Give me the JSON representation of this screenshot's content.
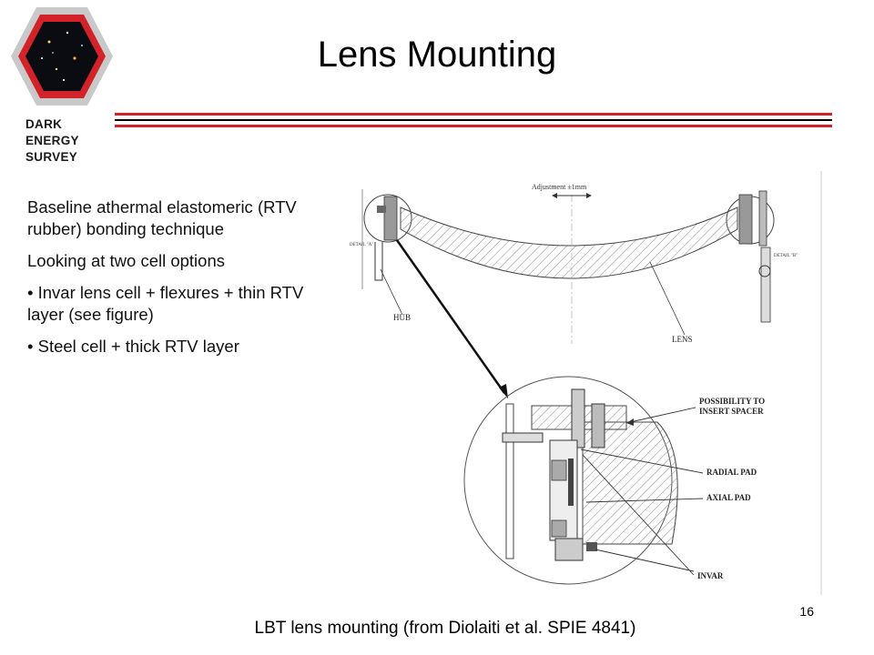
{
  "logo": {
    "line1": "DARK ENERGY",
    "line2": "SURVEY"
  },
  "title": "Lens Mounting",
  "bullets": [
    "Baseline athermal elastomeric (RTV rubber) bonding technique",
    "Looking at two cell options",
    "• Invar lens cell + flexures + thin RTV layer (see figure)",
    "• Steel cell + thick RTV layer"
  ],
  "figure": {
    "adjustment": "Adjustment ±1mm",
    "hub": "HUB",
    "lens": "LENS",
    "detail_a": "DETAIL \"A\"",
    "detail_b": "DETAIL \"B\"",
    "spacer_line1": "POSSIBILITY TO",
    "spacer_line2": "INSERT SPACER",
    "radial_pad": "RADIAL PAD",
    "axial_pad": "AXIAL PAD",
    "invar": "INVAR"
  },
  "caption": "LBT lens mounting (from Diolaiti et al. SPIE 4841)",
  "page_number": "16"
}
